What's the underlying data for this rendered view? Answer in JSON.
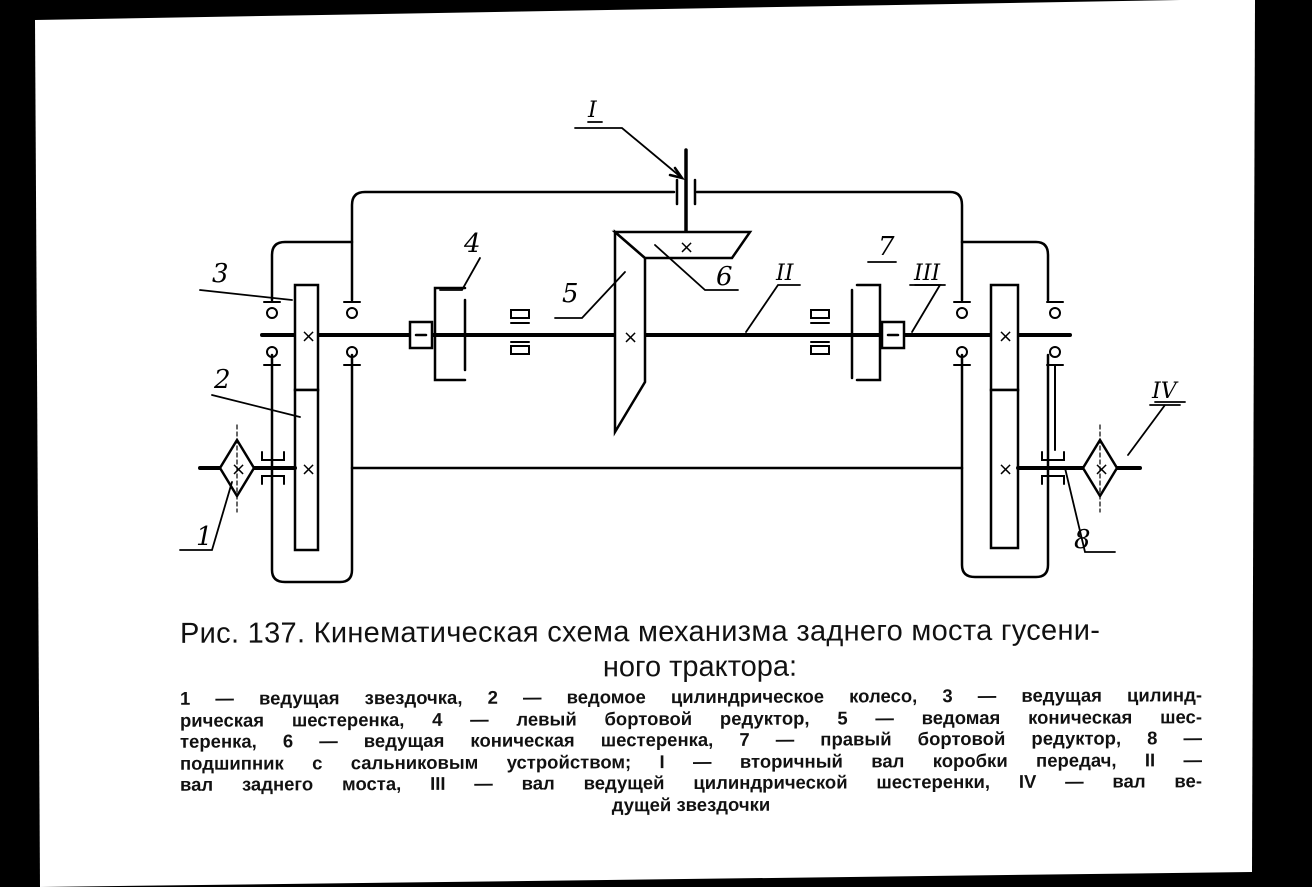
{
  "diagram": {
    "labels": {
      "l1": "1",
      "l2": "2",
      "l3": "3",
      "l4": "4",
      "l5": "5",
      "l6": "6",
      "l7": "7",
      "l8": "8",
      "I": "I",
      "II": "II",
      "III": "III",
      "IV": "IV"
    },
    "gear_mark": "×"
  },
  "caption": {
    "title_line1": "Рис. 137. Кинематическая схема механизма заднего моста гусени-",
    "title_line2": "ного трактора:",
    "body_lines": [
      "1 — ведущая звездочка, 2 — ведомое цилиндрическое колесо, 3 — ведущая цилинд-",
      "рическая шестеренка, 4 — левый бортовой редуктор, 5 — ведомая коническая шес-",
      "теренка, 6 — ведущая коническая шестеренка, 7 — правый бортовой редуктор, 8 —",
      "подшипник с сальниковым устройством; I — вторичный вал коробки передач, II —",
      "вал заднего моста, III — вал ведущей цилиндрической шестеренки, IV — вал ве-",
      "дущей звездочки"
    ]
  }
}
